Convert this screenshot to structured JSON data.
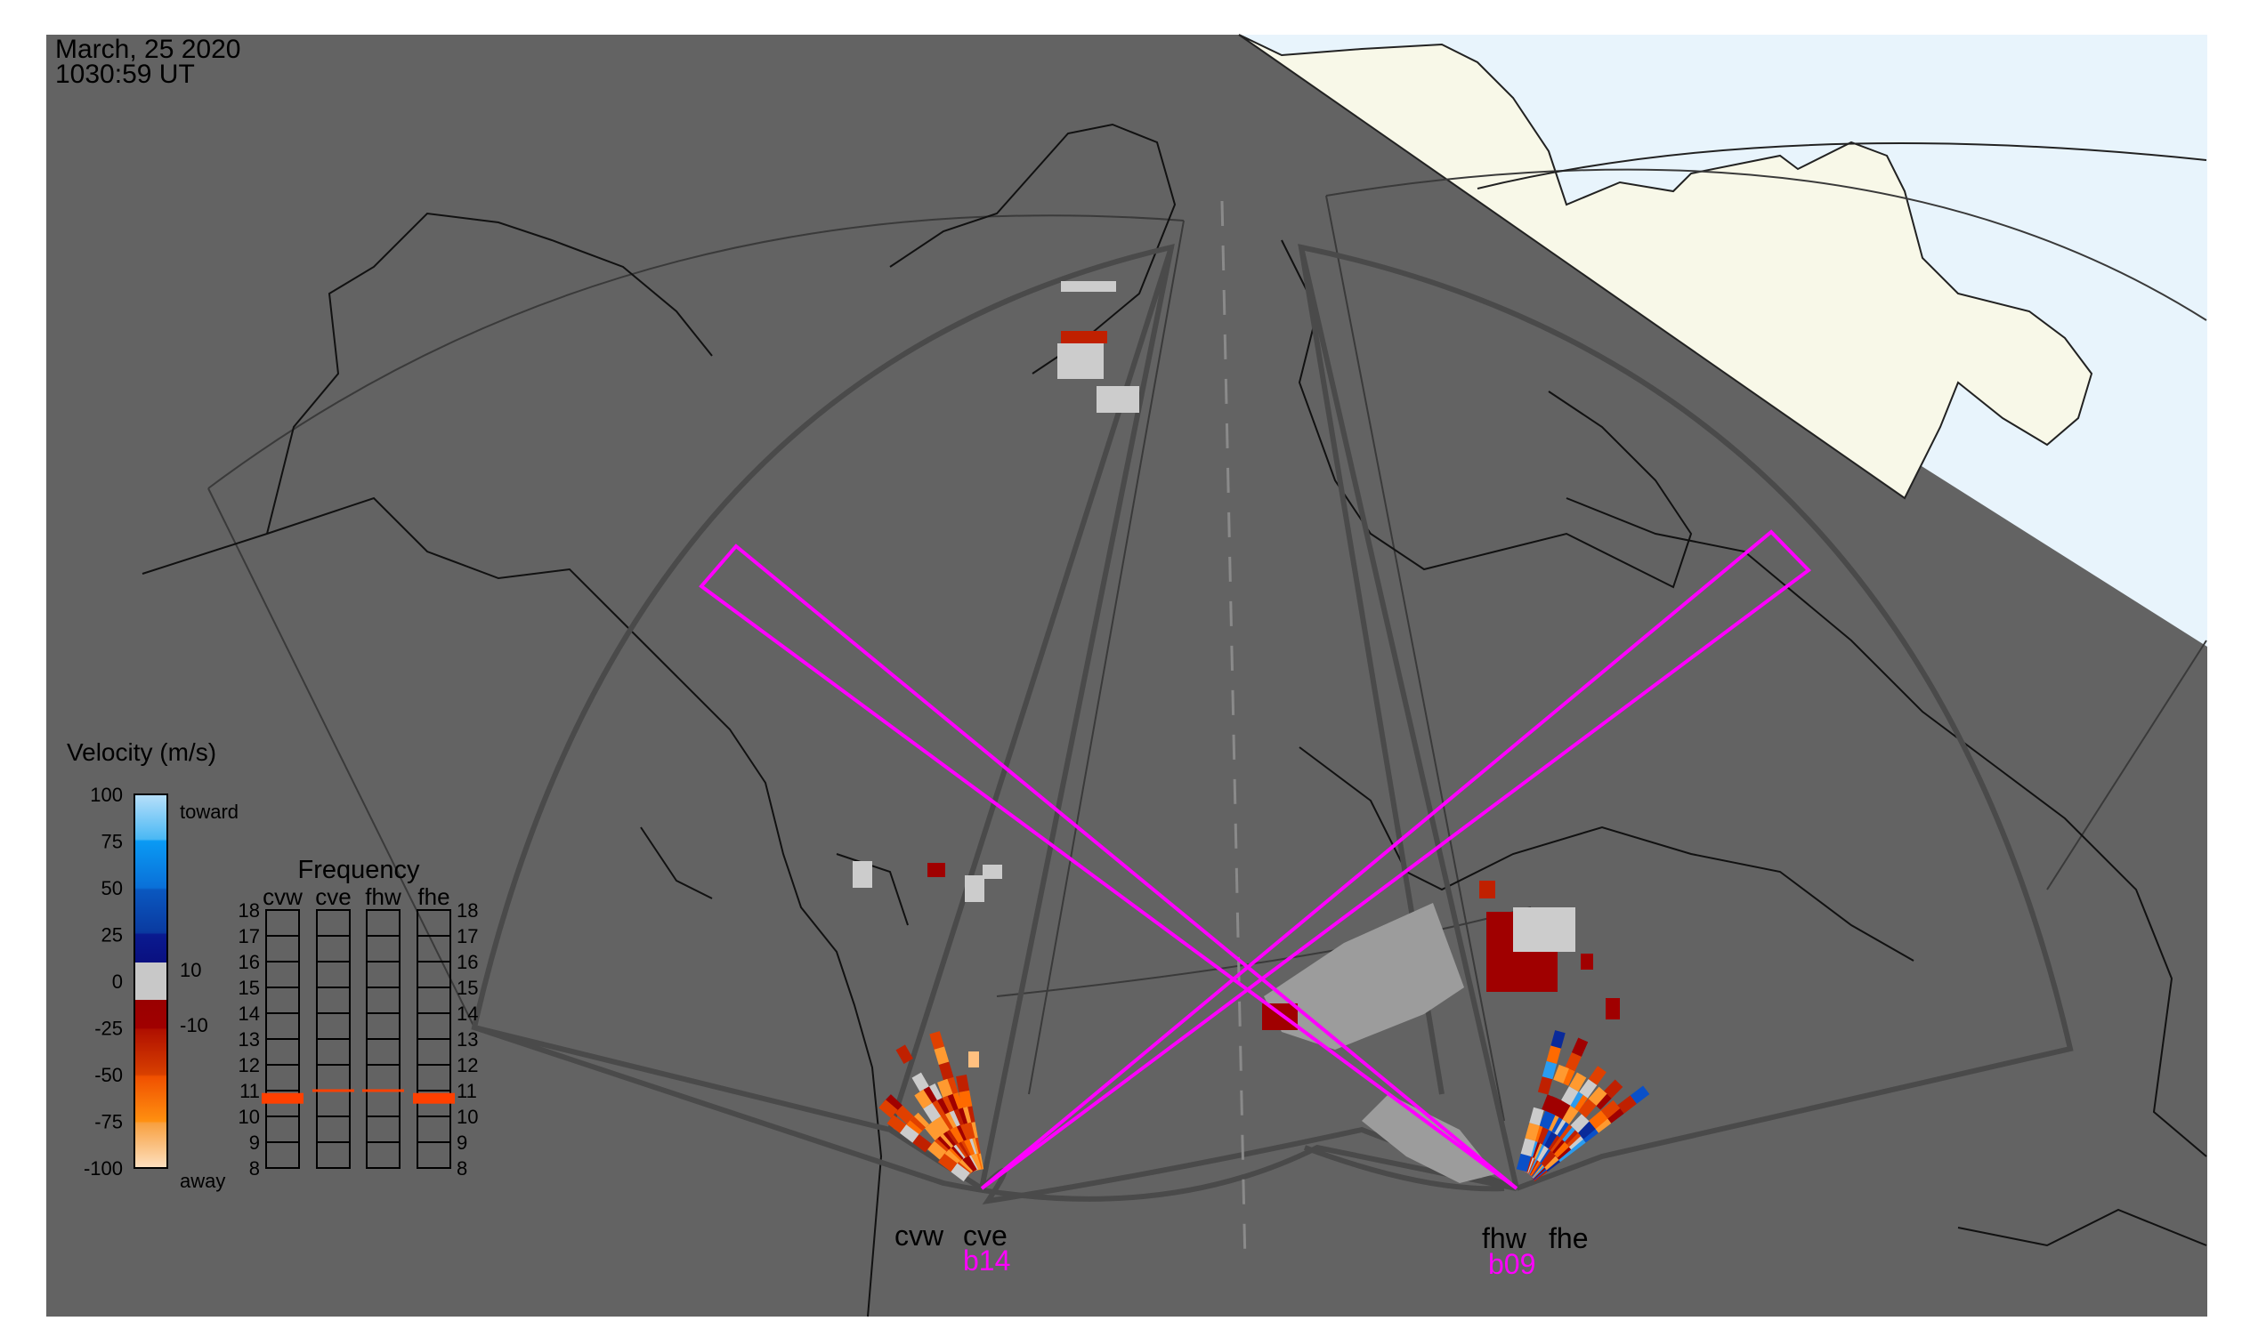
{
  "header": {
    "date": "March, 25 2020",
    "time": "1030:59 UT"
  },
  "colors": {
    "map_bg": "#636363",
    "day_sea": "#e8f4fc",
    "day_land": "#f8f8e8",
    "fan_outline": "#4a4a4a",
    "beam": "#ff00ff",
    "ground_scatter": "#9c9c9c",
    "palette": [
      "#ff9a30",
      "#ff6a00",
      "#e04000",
      "#c02000",
      "#a00000",
      "#cccccc",
      "#0a2a9a",
      "#0a50c8",
      "#2a9cf0"
    ]
  },
  "velocity_legend": {
    "title": "Velocity (m/s)",
    "ticks": [
      "100",
      "75",
      "50",
      "25",
      "0",
      "-25",
      "-50",
      "-75",
      "-100"
    ],
    "toward_label": "toward",
    "away_label": "away",
    "threshold_high": "10",
    "threshold_low": "-10"
  },
  "frequency_legend": {
    "title": "Frequency",
    "radars": [
      "cvw",
      "cve",
      "fhw",
      "fhe"
    ],
    "ticks": [
      "18",
      "17",
      "16",
      "15",
      "14",
      "13",
      "12",
      "11",
      "10",
      "9",
      "8"
    ],
    "range_mhz": [
      8,
      18
    ],
    "active_mhz": [
      10.7,
      11.0,
      11.0,
      10.7
    ]
  },
  "sites": {
    "cvw": "cvw",
    "cve": "cve",
    "fhw": "fhw",
    "fhe": "fhe",
    "beam_cv": "b14",
    "beam_fh": "b09"
  }
}
